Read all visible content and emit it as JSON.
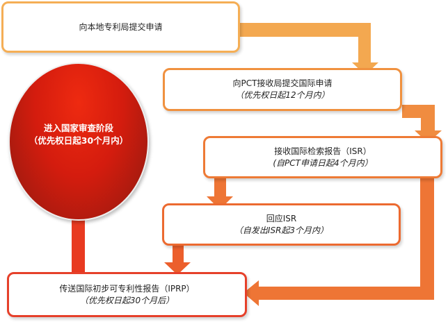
{
  "steps": [
    {
      "title": "向本地专利局提交申请"
    },
    {
      "title": "向PCT接收局提交国际申请",
      "note": "（优先权日起12个月内）"
    },
    {
      "title": "接收国际检索报告（ISR）",
      "note": "(自PCT申请日起4个月内）"
    },
    {
      "title": "回应ISR",
      "note": "（自发出ISR起3个月内）"
    },
    {
      "title": "传送国际初步可专利性报告（IPRP）",
      "note": "（优先权日起30个月后）"
    }
  ],
  "final": {
    "title": "进入国家审查阶段",
    "note": "（优先权日起30个月内）"
  },
  "colors": {
    "step1": "#f3a54c",
    "step2": "#f0903f",
    "step3": "#ee7a35",
    "step4": "#ec6a30",
    "step5": "#e6402a",
    "final": "#d41c0e"
  }
}
